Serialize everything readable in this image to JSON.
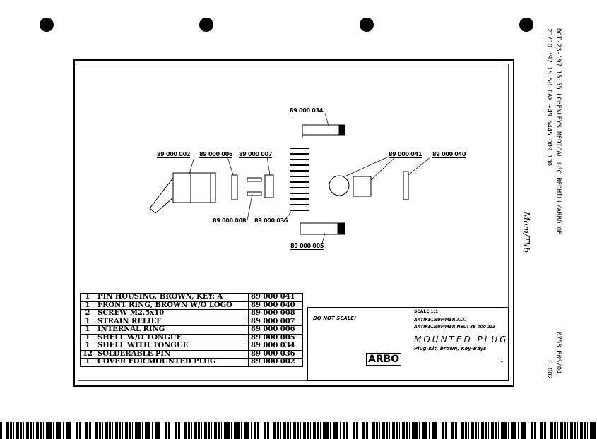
{
  "fax_header": {
    "line1": "DCT-23-'97 15:55   LOHENLEYS MEDICAL LGC   REDHILL/ARBO GB",
    "line2": "23/10 '97 15:58 FAX +49 5445 089 130",
    "page_right": "0758 P03/04",
    "page_bottom": "P.002",
    "handwritten": "Mom/Tkb"
  },
  "drawing": {
    "callouts": [
      "89 000 034",
      "89 000 002",
      "89 000 006",
      "89 000 007",
      "89 000 041",
      "89 000 040",
      "89 000 008",
      "89 000 036",
      "89 000 005"
    ]
  },
  "parts_list": [
    {
      "qty": "1",
      "desc": "PIN HOUSING, BROWN, KEY: A",
      "part": "89 000 041"
    },
    {
      "qty": "1",
      "desc": "FRONT RING, BROWN W/O LOGO",
      "part": "89 000 040"
    },
    {
      "qty": "2",
      "desc": "SCREW M2,5x10",
      "part": "89 000 008"
    },
    {
      "qty": "1",
      "desc": "STRAIN RELIEF",
      "part": "89 000 007"
    },
    {
      "qty": "1",
      "desc": "INTERNAL RING",
      "part": "89 000 006"
    },
    {
      "qty": "1",
      "desc": "SHELL W/O TONGUE",
      "part": "89 000 005"
    },
    {
      "qty": "1",
      "desc": "SHELL WITH TONGUE",
      "part": "89 000 034"
    },
    {
      "qty": "12",
      "desc": "SOLDERABLE PIN",
      "part": "89 000 036"
    },
    {
      "qty": "1",
      "desc": "COVER FOR MOUNTED PLUG",
      "part": "89 000 002"
    }
  ],
  "title_block": {
    "do_not_scale": "DO NOT SCALE!",
    "scale": "SCALE 1:1",
    "article_alt": "ARTIKELNUMMER ALT.",
    "article_new": "ARTIKELNUMMER NEU: 88 000 zzz",
    "title": "MOUNTED PLUG",
    "subtitle": "Plug-Kit, brown, Key-Bays",
    "logo": "ARBO",
    "sheet": "1"
  }
}
